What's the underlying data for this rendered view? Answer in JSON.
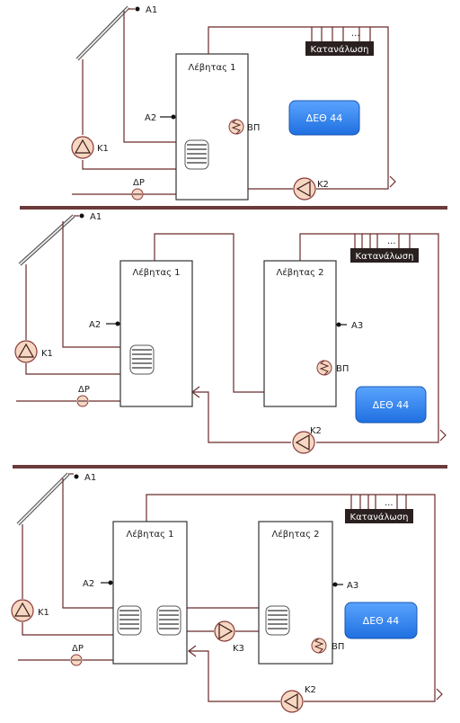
{
  "colors": {
    "pipe": "#6b2a2a",
    "separator": "#6b3a3a",
    "pump_fill": "#f6d7c2",
    "pump_stroke": "#8a3a3a",
    "dei_fill": "#2f80f0",
    "consumption_bg": "#2a2020",
    "coil": "#555555"
  },
  "diagram1": {
    "tank1_label": "Λέβητας  1",
    "sensor_a1": "A1",
    "sensor_a2": "A2",
    "pump_k1": "K1",
    "pump_k2": "K2",
    "valve_dp": "ΔP",
    "heater_vp": "ΒΠ",
    "consumption": "Κατανάλωση",
    "dots": "...",
    "dei": "ΔΕΘ  44"
  },
  "diagram2": {
    "tank1_label": "Λέβητας  1",
    "tank2_label": "Λέβητας  2",
    "sensor_a1": "A1",
    "sensor_a2": "A2",
    "sensor_a3": "A3",
    "pump_k1": "K1",
    "pump_k2": "K2",
    "valve_dp": "ΔP",
    "heater_vp": "ΒΠ",
    "consumption": "Κατανάλωση",
    "dots": "...",
    "dei": "ΔΕΘ  44"
  },
  "diagram3": {
    "tank1_label": "Λέβητας  1",
    "tank2_label": "Λέβητας  2",
    "sensor_a1": "A1",
    "sensor_a2": "A2",
    "sensor_a3": "A3",
    "pump_k1": "K1",
    "pump_k2": "K2",
    "pump_k3": "K3",
    "valve_dp": "ΔP",
    "heater_vp": "ΒΠ",
    "consumption": "Κατανάλωση",
    "dots": "...",
    "dei": "ΔΕΘ  44"
  }
}
